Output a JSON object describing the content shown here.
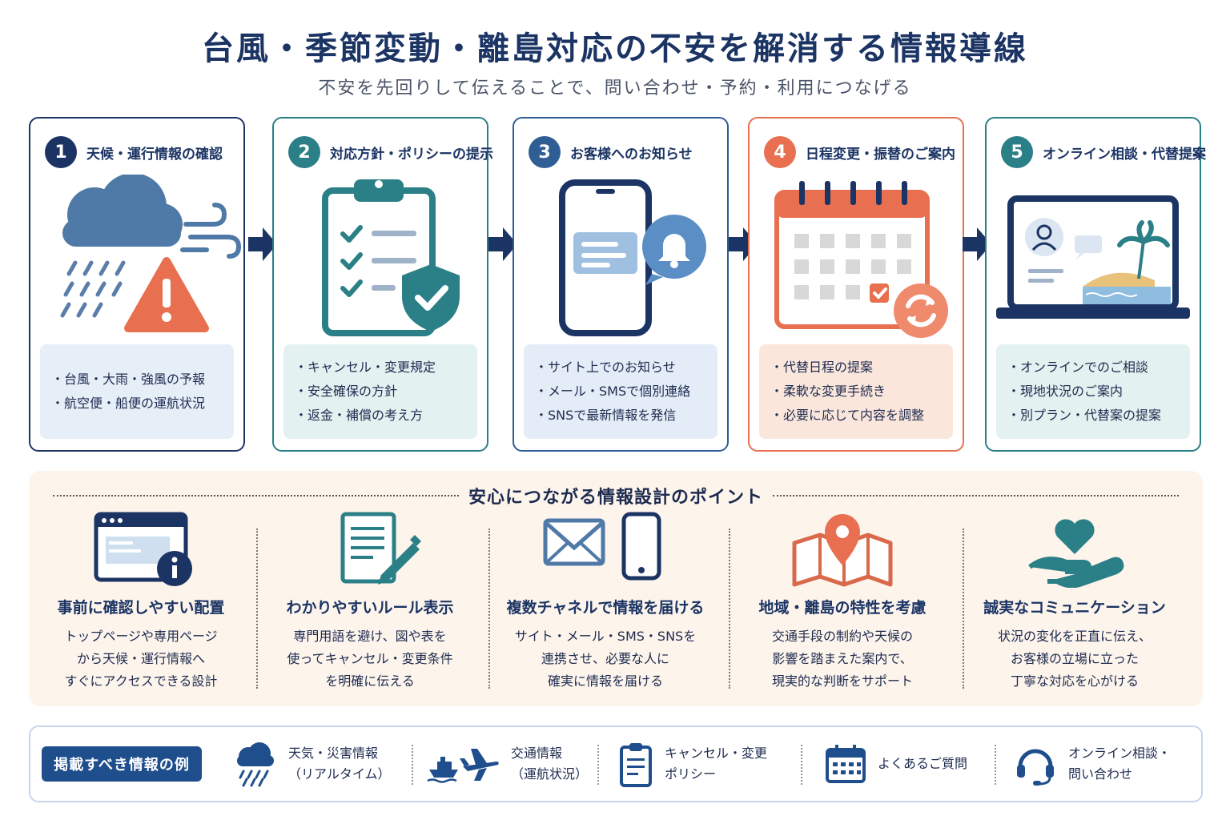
{
  "title": "台風・季節変動・離島対応の不安を解消する情報導線",
  "subtitle": "不安を先回りして伝えることで、問い合わせ・予約・利用につなげる",
  "colors": {
    "navy": "#1b3464",
    "teal": "#2b7f86",
    "blue": "#2f5e95",
    "orange": "#e86f4f",
    "steel": "#5b7ea8"
  },
  "steps": [
    {
      "num": "1",
      "title": "天候・運行情報の確認",
      "items": [
        "台風・大雨・強風の予報",
        "航空便・船便の運航状況"
      ]
    },
    {
      "num": "2",
      "title": "対応方針・ポリシーの提示",
      "items": [
        "キャンセル・変更規定",
        "安全確保の方針",
        "返金・補償の考え方"
      ]
    },
    {
      "num": "3",
      "title": "お客様へのお知らせ",
      "items": [
        "サイト上でのお知らせ",
        "メール・SMSで個別連絡",
        "SNSで最新情報を発信"
      ]
    },
    {
      "num": "4",
      "title": "日程変更・振替のご案内",
      "items": [
        "代替日程の提案",
        "柔軟な変更手続き",
        "必要に応じて内容を調整"
      ]
    },
    {
      "num": "5",
      "title": "オンライン相談・代替提案",
      "items": [
        "オンラインでのご相談",
        "現地状況のご案内",
        "別プラン・代替案の提案"
      ]
    }
  ],
  "points": {
    "heading": "安心につながる情報設計のポイント",
    "items": [
      {
        "title": "事前に確認しやすい配置",
        "lines": [
          "トップページや専用ページ",
          "から天候・運行情報へ",
          "すぐにアクセスできる設計"
        ]
      },
      {
        "title": "わかりやすいルール表示",
        "lines": [
          "専門用語を避け、図や表を",
          "使ってキャンセル・変更条件",
          "を明確に伝える"
        ]
      },
      {
        "title": "複数チャネルで情報を届ける",
        "lines": [
          "サイト・メール・SMS・SNSを",
          "連携させ、必要な人に",
          "確実に情報を届ける"
        ]
      },
      {
        "title": "地域・離島の特性を考慮",
        "lines": [
          "交通手段の制約や天候の",
          "影響を踏まえた案内で、",
          "現実的な判断をサポート"
        ]
      },
      {
        "title": "誠実なコミュニケーション",
        "lines": [
          "状況の変化を正直に伝え、",
          "お客様の立場に立った",
          "丁寧な対応を心がける"
        ]
      }
    ]
  },
  "bottom": {
    "label": "掲載すべき情報の例",
    "items": [
      {
        "icon": "cloud-rain-icon",
        "lines": [
          "天気・災害情報",
          "（リアルタイム）"
        ]
      },
      {
        "icon": "ship-plane-icon",
        "lines": [
          "交通情報",
          "（運航状況）"
        ]
      },
      {
        "icon": "clipboard-icon",
        "lines": [
          "キャンセル・変更",
          "ポリシー"
        ]
      },
      {
        "icon": "calendar-icon",
        "lines": [
          "よくあるご質問"
        ]
      },
      {
        "icon": "headset-icon",
        "lines": [
          "オンライン相談・",
          "問い合わせ"
        ]
      }
    ]
  }
}
